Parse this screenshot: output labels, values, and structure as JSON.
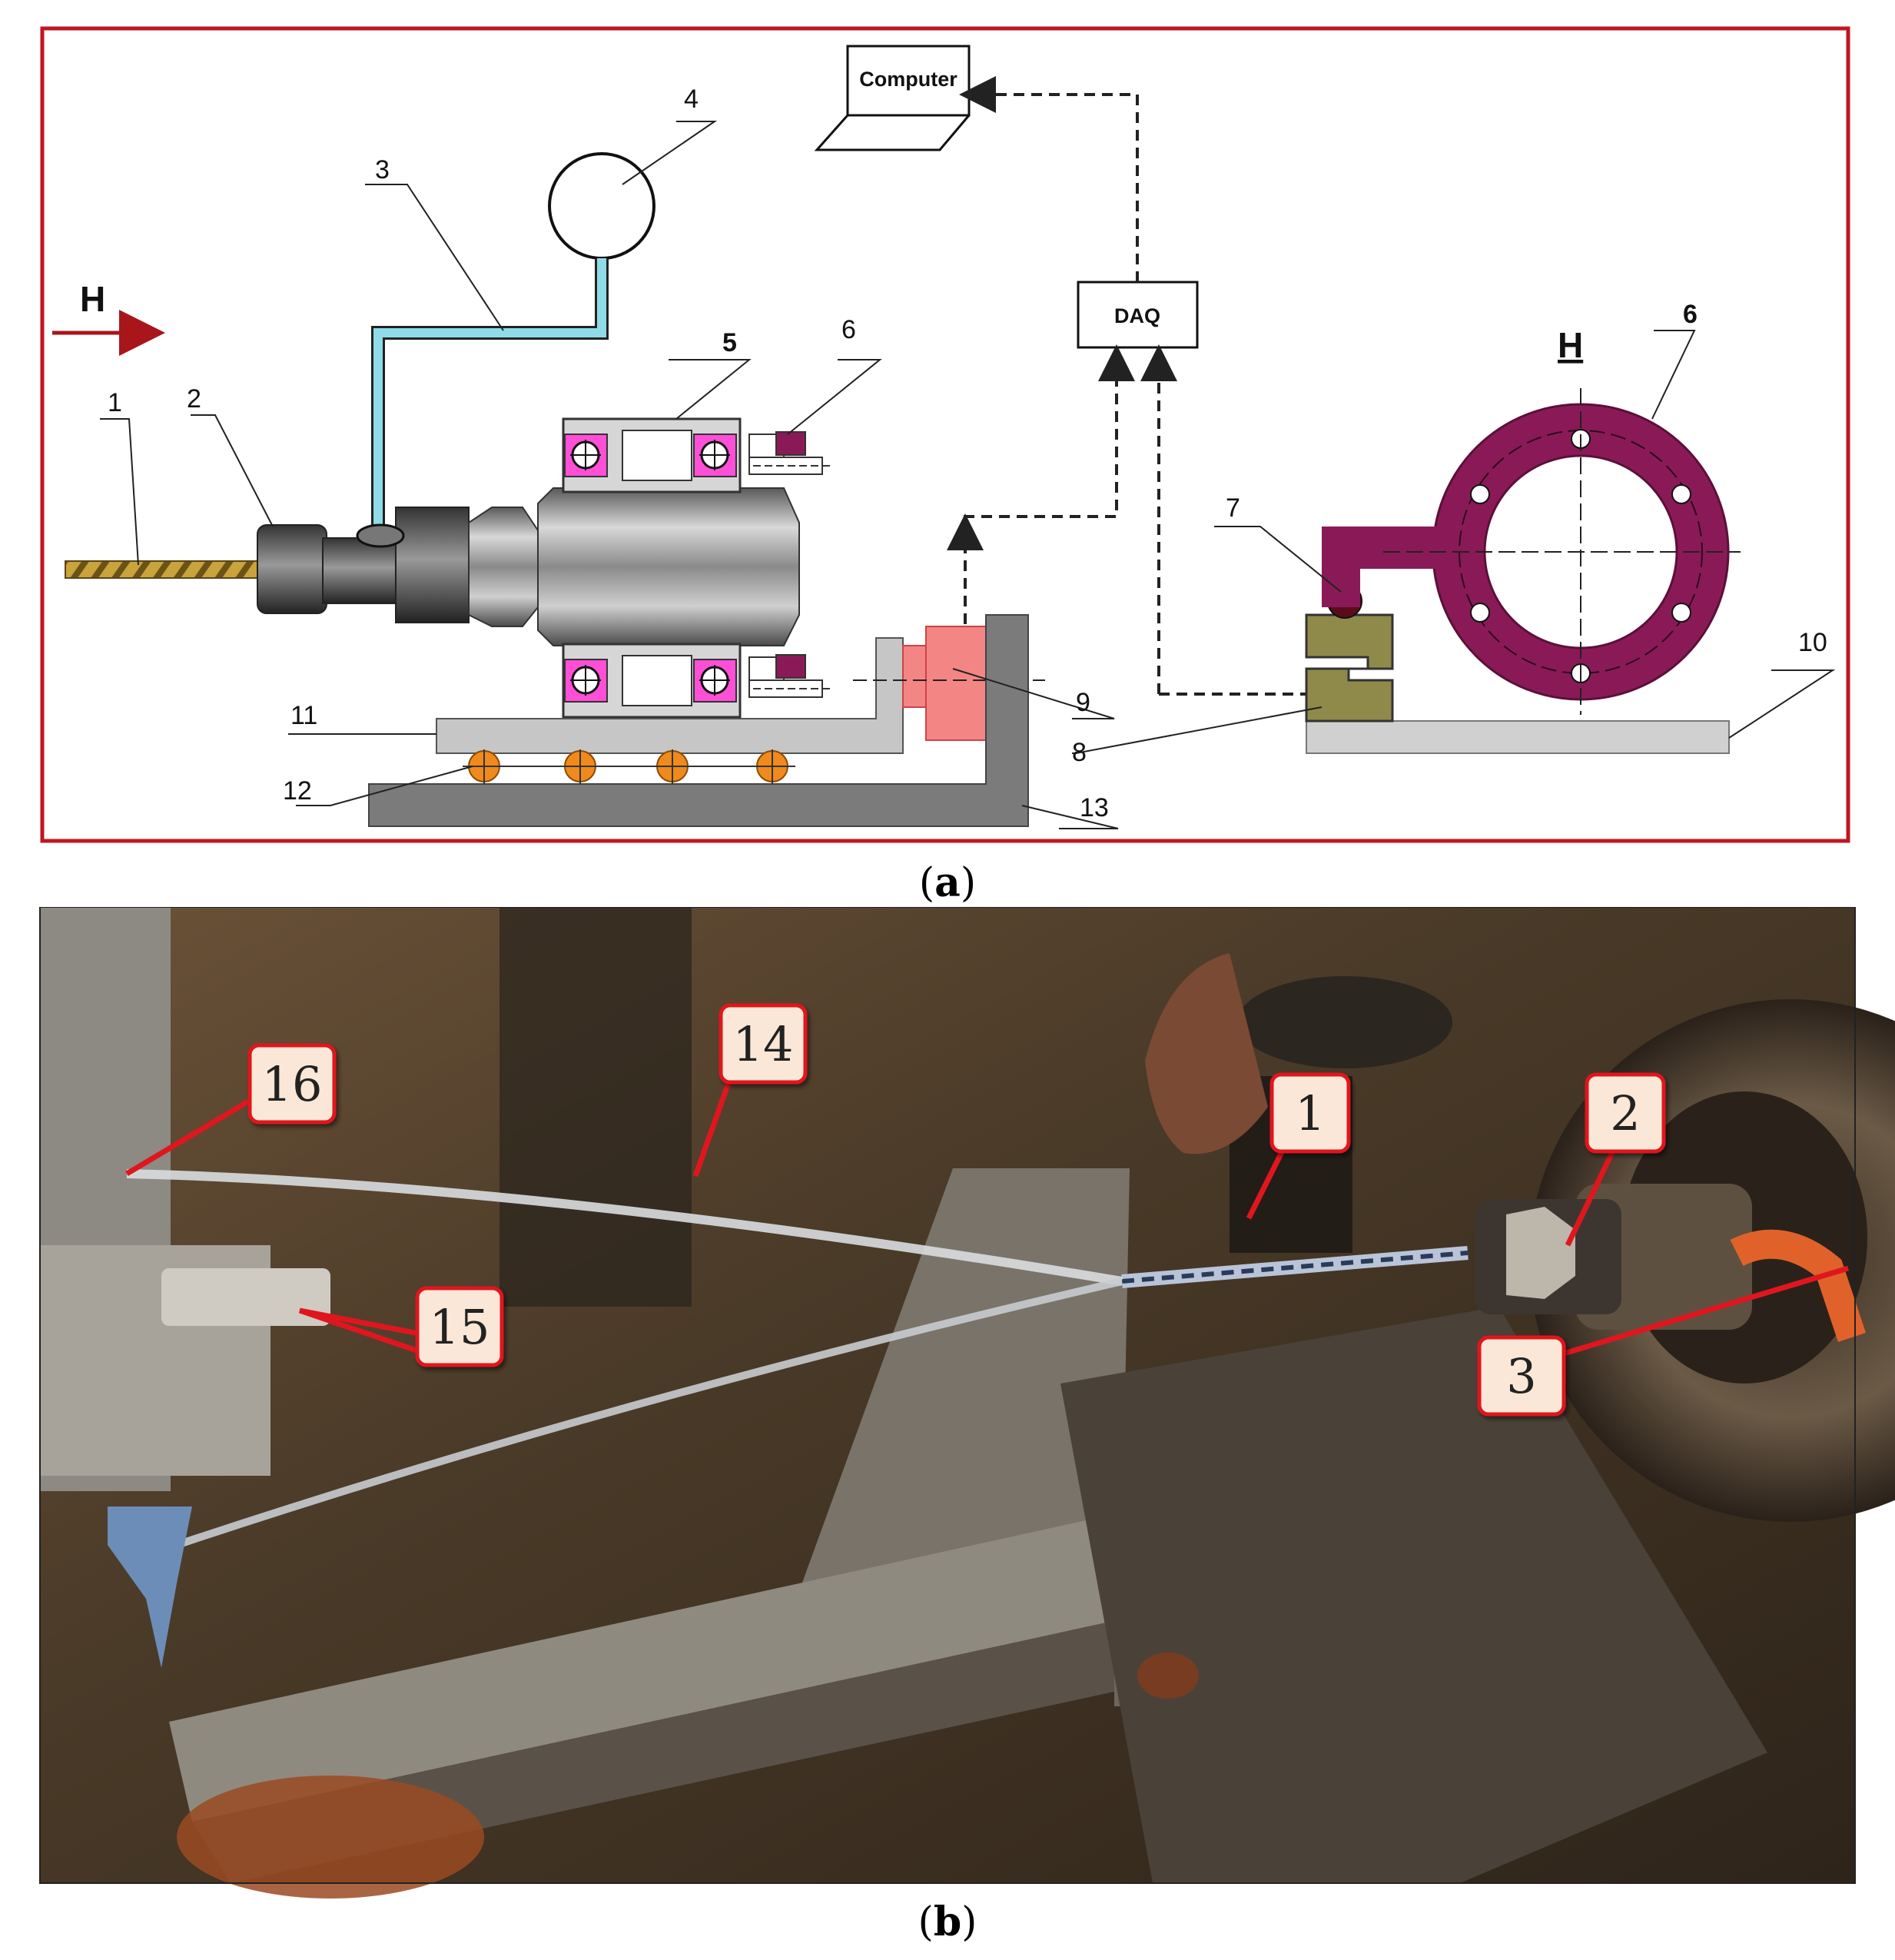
{
  "panel_a": {
    "caption_letter": "a",
    "boxes": {
      "computer": "Computer",
      "daq": "DAQ"
    },
    "direction_label": "H",
    "section_label": "H",
    "part_labels": {
      "l1": "1",
      "l2": "2",
      "l3": "3",
      "l4": "4",
      "l5": "5",
      "l6a": "6",
      "l6b": "6",
      "l7": "7",
      "l8": "8",
      "l9": "9",
      "l10": "10",
      "l11": "11",
      "l12": "12",
      "l13": "13"
    },
    "colors": {
      "frame": "#c0161f",
      "coolant": "#8fdbe8",
      "bearing": "#ff4fd8",
      "flange": "#8a1a57",
      "load_cell": "#c9c28a",
      "sensor": "#f48585",
      "ball": "#f08a1c",
      "frame_gray": "#7b7b7b"
    }
  },
  "panel_b": {
    "caption_letter": "b",
    "callouts": {
      "c16": "16",
      "c14": "14",
      "c15": "15",
      "c1": "1",
      "c2": "2",
      "c3": "3"
    },
    "colors": {
      "callout_fill": "#fbe7d7",
      "callout_border": "#e0161f"
    }
  }
}
